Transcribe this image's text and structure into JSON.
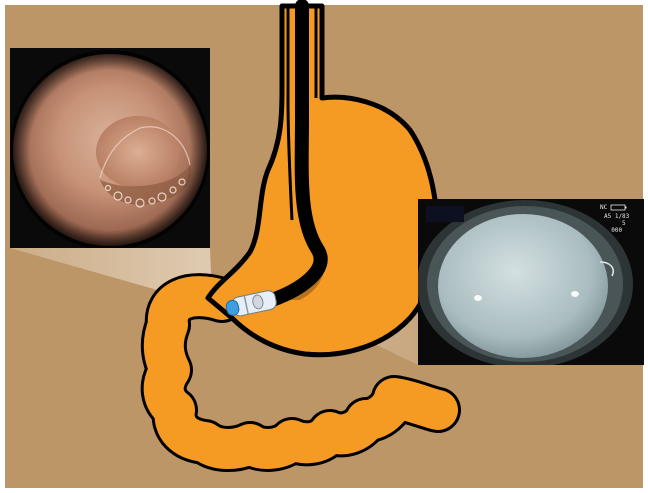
{
  "illustration": {
    "subject": "capsule-endoscope-in-stomach",
    "colors": {
      "background": "#bd9668",
      "frame": "#ffffff",
      "organ_fill": "#f59a23",
      "outline": "#000000",
      "capsule_body": "#e8eef5",
      "capsule_dome": "#3f9ee0",
      "inset_bg": "#0a0a0a",
      "light_beam": "#efe6d6"
    },
    "panels": [
      {
        "id": "left-inset",
        "view": "endoscopic-mucosa-view"
      },
      {
        "id": "right-inset",
        "view": "endoscopic-balloon-view"
      }
    ],
    "overlay": {
      "icons": [
        "battery-icon"
      ],
      "readout_lines": [
        "NC",
        "A5  1/83",
        "     5",
        "  000"
      ]
    }
  }
}
